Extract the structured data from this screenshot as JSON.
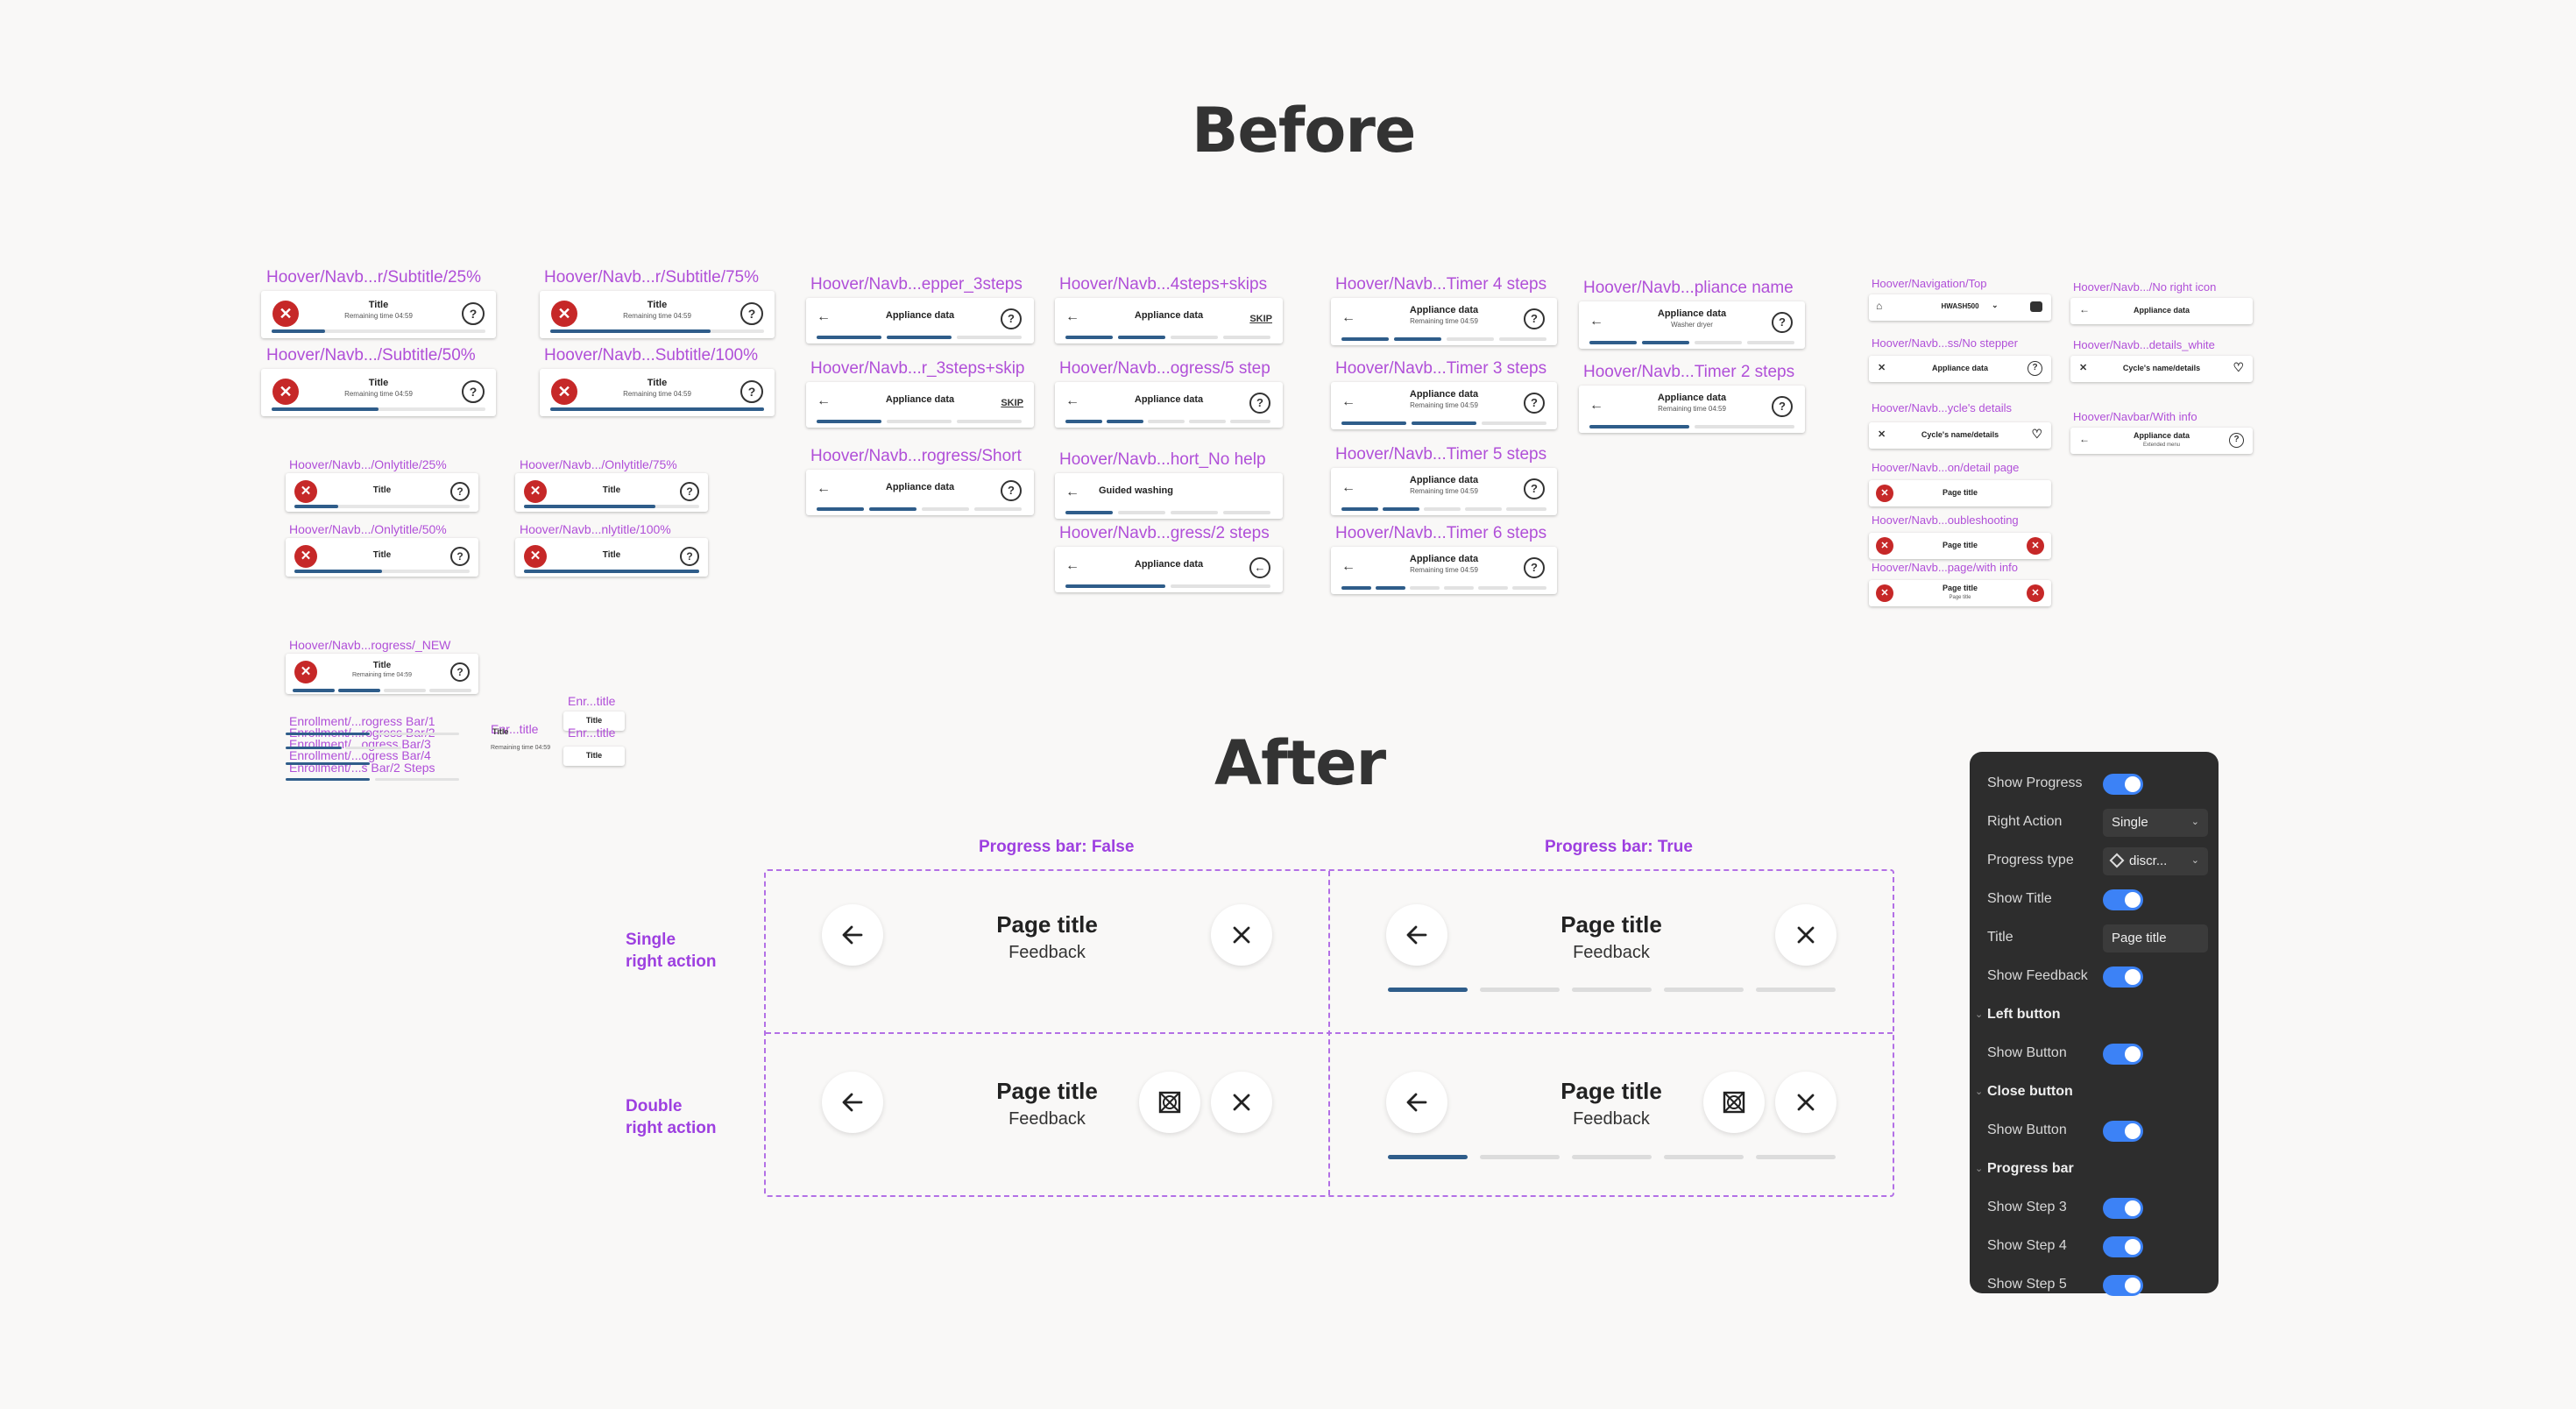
{
  "headings": {
    "before": "Before",
    "after": "After"
  },
  "labels": {
    "sub25": "Hoover/Navb...r/Subtitle/25%",
    "sub75": "Hoover/Navb...r/Subtitle/75%",
    "sub50": "Hoover/Navb.../Subtitle/50%",
    "sub100": "Hoover/Navb...Subtitle/100%",
    "ot25": "Hoover/Navb.../Onlytitle/25%",
    "ot75": "Hoover/Navb.../Onlytitle/75%",
    "ot50": "Hoover/Navb.../Onlytitle/50%",
    "ot100": "Hoover/Navb...nlytitle/100%",
    "new": "Hoover/Navb...rogress/_NEW",
    "enr1": "Enrollment/...rogress Bar/1",
    "enr2": "Enrollment/...rogress Bar/2",
    "enr3": "Enrollment/...ogress Bar/3",
    "enr4": "Enrollment/...ogress Bar/4",
    "enr5": "Enrollment/...s Bar/2 Steps",
    "enrt": "Enr...title",
    "entitle1": "Enr...title",
    "entitle2": "Enr...title",
    "st3": "Hoover/Navb...epper_3steps",
    "st3skip": "Hoover/Navb...r_3steps+skip",
    "short": "Hoover/Navb...rogress/Short",
    "st4skips": "Hoover/Navb...4steps+skips",
    "prog5": "Hoover/Navb...ogress/5 step",
    "shortnohelp": "Hoover/Navb...hort_No help",
    "prog2": "Hoover/Navb...gress/2 steps",
    "t4": "Hoover/Navb...Timer 4 steps",
    "t3": "Hoover/Navb...Timer 3 steps",
    "t5": "Hoover/Navb...Timer 5 steps",
    "t6": "Hoover/Navb...Timer 6 steps",
    "appname": "Hoover/Navb...pliance name",
    "t2": "Hoover/Navb...Timer 2 steps",
    "navtop": "Hoover/Navigation/Top",
    "nostepper": "Hoover/Navb...ss/No stepper",
    "cycledet": "Hoover/Navb...ycle's details",
    "detailpage": "Hoover/Navb...on/detail page",
    "trouble": "Hoover/Navb...oubleshooting",
    "pagewithinfo": "Hoover/Navb...page/with info",
    "norighticon": "Hoover/Navb.../No right icon",
    "detailswhite": "Hoover/Navb...details_white",
    "withinfo": "Hoover/Navbar/With info"
  },
  "bar_text": {
    "title": "Title",
    "remaining": "Remaining time 04:59",
    "appliance": "Appliance data",
    "washer": "Washer dryer",
    "skip": "SKIP",
    "guided": "Guided washing",
    "device": "HWASH500",
    "cycle_name": "Cycle's name/details",
    "page_title": "Page title",
    "page_title_sub": "Page title",
    "extended": "Extended menu"
  },
  "progress": {
    "sub25": 0.25,
    "sub75": 0.75,
    "sub50": 0.5,
    "sub100": 1.0,
    "ot25": 0.25,
    "ot75": 0.75,
    "ot50": 0.5,
    "ot100": 1.0
  },
  "after": {
    "col_false": "Progress bar: False",
    "col_true": "Progress bar: True",
    "row_single_1": "Single",
    "row_single_2": "right action",
    "row_double_1": "Double",
    "row_double_2": "right action",
    "page_title": "Page title",
    "feedback": "Feedback"
  },
  "panel": {
    "show_progress": "Show Progress",
    "right_action": "Right Action",
    "right_action_value": "Single",
    "progress_type": "Progress type",
    "progress_type_value": "discr...",
    "show_title": "Show Title",
    "title": "Title",
    "title_value": "Page title",
    "show_feedback": "Show Feedback",
    "left_button": "Left button",
    "show_button_left": "Show Button",
    "close_button": "Close button",
    "show_button_close": "Show Button",
    "progress_bar": "Progress bar",
    "show_step3": "Show Step 3",
    "show_step4": "Show Step 4",
    "show_step5": "Show Step 5"
  },
  "colors": {
    "background": "#f9f8f7",
    "label_purple": "#b04fd8",
    "progress_blue": "#2f5d8a",
    "toggle_blue": "#3c82f6",
    "close_red": "#c62828",
    "panel_bg": "#2d2d2d"
  },
  "icons": [
    "close-icon",
    "help-icon",
    "arrow-left-icon",
    "heart-icon",
    "home-icon",
    "chevron-down-icon",
    "placeholder-action-icon",
    "diamond-icon"
  ]
}
